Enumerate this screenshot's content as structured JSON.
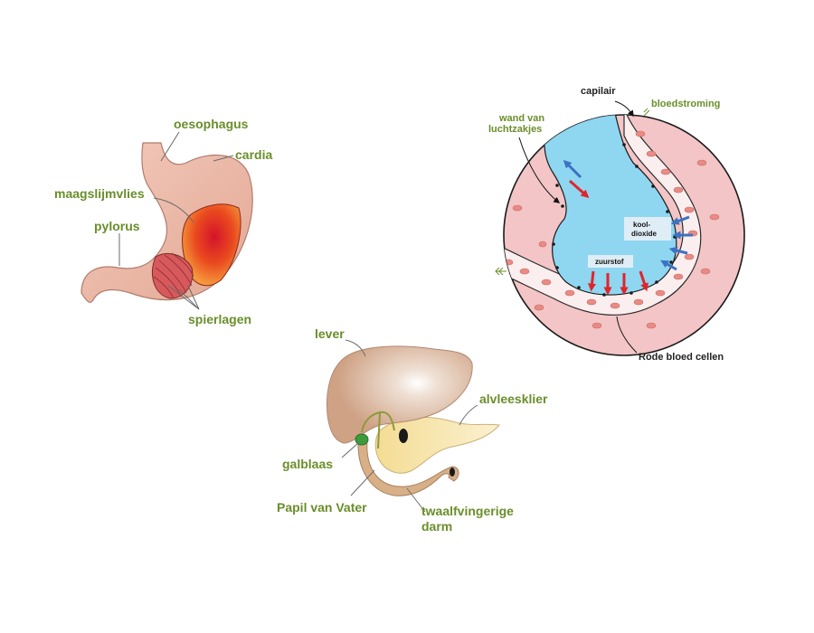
{
  "stomach": {
    "labels": {
      "oesophagus": "oesophagus",
      "cardia": "cardia",
      "mucosa": "maagslijmvlies",
      "pylorus": "pylorus",
      "muscle": "spierlagen"
    }
  },
  "alveolus": {
    "labels": {
      "capillary": "capilair",
      "bloodflow": "bloedstroming",
      "wall_line1": "wand van",
      "wall_line2": "luchtzakjes",
      "co2_line1": "kool-",
      "co2_line2": "dioxide",
      "oxygen": "zuurstof",
      "red_cells": "Rode bloed cellen"
    }
  },
  "liver": {
    "labels": {
      "liver": "lever",
      "pancreas": "alvleesklier",
      "gallbladder": "galblaas",
      "vater": "Papil van Vater",
      "duodenum_line1": "twaalfvingerige",
      "duodenum_line2": "darm"
    }
  },
  "colors": {
    "label_green": "#6a8e2a",
    "stomach_pink": "#ecb7a6",
    "mucosa_red": "#e2401f",
    "alveolus_blue": "#88d4f0",
    "blood_pink": "#f3c2c4",
    "liver_brown": "#d6ae95",
    "pancreas_yellow": "#f5e2a8",
    "gallbladder_green": "#3c9b3c"
  }
}
